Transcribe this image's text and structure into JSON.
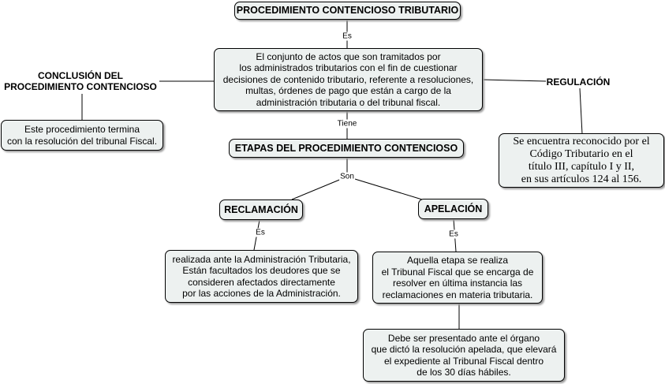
{
  "concepts": {
    "main_title": "PROCEDIMIENTO CONTENCIOSO TRIBUTARIO",
    "definition": "El conjunto de actos que son tramitados por\nlos administrados tributarios con el fin de cuestionar\ndecisiones de contenido tributario, referente a resoluciones,\nmultas, órdenes de pago que están a cargo de la\nadministración tributaria o del tribunal fiscal.",
    "conclusion_title": "CONCLUSIÓN DEL\nPROCEDIMIENTO CONTENCIOSO",
    "conclusion_text": "Este procedimiento termina\ncon la resolución del tribunal Fiscal.",
    "regulation_title": "REGULACIÓN",
    "regulation_text": "Se encuentra reconocido por el\nCódigo Tributario en el\ntítulo III, capítulo I y II,\nen sus artículos 124 al 156.",
    "stages_title": "ETAPAS DEL PROCEDIMIENTO CONTENCIOSO",
    "reclamacion_title": "RECLAMACIÓN",
    "reclamacion_text": "realizada ante la Administración Tributaria,\nEstán facultados los deudores que se\nconsideren afectados directamente\npor las acciones de la Administración.",
    "apelacion_title": "APELACIÓN",
    "apelacion_text": "Aquella etapa se realiza\nel Tribunal Fiscal que se encarga de\nresolver en última instancia las\nreclamaciones en materia tributaria.",
    "apelacion_detail": "Debe ser presentado ante el órgano\nque dictó la resolución apelada, que elevará\nel expediente al Tribunal Fiscal dentro\nde los 30 días hábiles."
  },
  "links": {
    "es_1": "Es",
    "tiene": "Tiene",
    "son": "Son",
    "es_2": "Es",
    "es_3": "Es"
  }
}
